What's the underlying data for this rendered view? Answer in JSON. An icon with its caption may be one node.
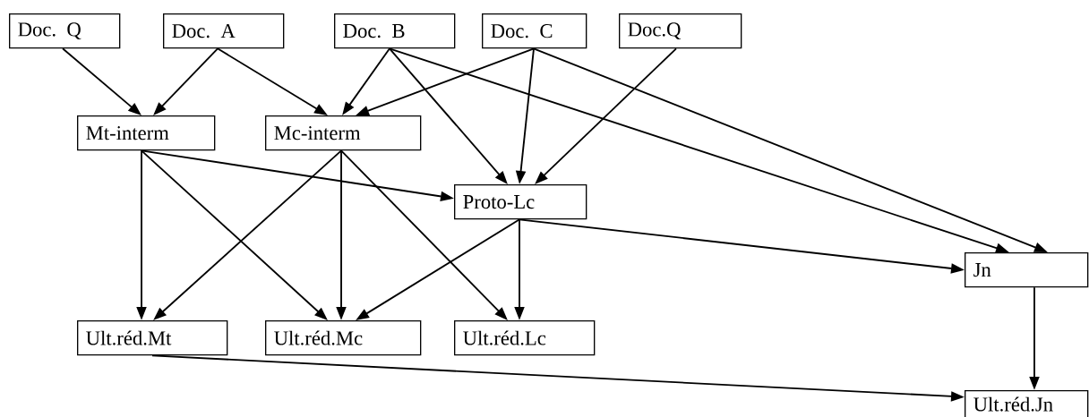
{
  "diagram": {
    "nodes": [
      {
        "text": [
          "Doc. Q"
        ]
      },
      {
        "text": [
          "Doc. A"
        ]
      },
      {
        "text": [
          "Doc. B"
        ]
      },
      {
        "text": [
          "Doc. C"
        ]
      },
      {
        "text": [
          "Doc.Q"
        ]
      },
      {
        "text": [
          "Mt-interm"
        ]
      },
      {
        "text": [
          "Mc-interm"
        ]
      },
      {
        "text": [
          "Proto-Lc"
        ]
      },
      {
        "text": [
          "Jn"
        ]
      },
      {
        "text": [
          "Ult.réd.Mt"
        ]
      },
      {
        "text": [
          "Ult.réd.Mc"
        ]
      },
      {
        "text": [
          "Ult.réd.Lc"
        ]
      },
      {
        "text": [
          "Ult.réd.Jn"
        ]
      }
    ],
    "edges": [
      {
        "from": 0,
        "to": 5,
        "arrow": "to"
      },
      {
        "from": 1,
        "to": 5,
        "arrow": "to"
      },
      {
        "from": 1,
        "to": 6,
        "arrow": "to"
      },
      {
        "from": 2,
        "to": 6,
        "arrow": "to"
      },
      {
        "from": 3,
        "to": 6,
        "arrow": "to"
      },
      {
        "from": 2,
        "to": 7,
        "arrow": "to"
      },
      {
        "from": 3,
        "to": 7,
        "arrow": "to"
      },
      {
        "from": 4,
        "to": 7,
        "arrow": "to"
      },
      {
        "from": 2,
        "to": 8,
        "arrow": "to"
      },
      {
        "from": 3,
        "to": 8,
        "arrow": "to"
      },
      {
        "from": 5,
        "to": 7,
        "arrow": "to"
      },
      {
        "from": 5,
        "to": 9,
        "arrow": "to"
      },
      {
        "from": 5,
        "to": 10,
        "arrow": "to"
      },
      {
        "from": 6,
        "to": 9,
        "arrow": "to"
      },
      {
        "from": 6,
        "to": 10,
        "arrow": "to"
      },
      {
        "from": 6,
        "to": 11,
        "arrow": "to"
      },
      {
        "from": 7,
        "to": 10,
        "arrow": "to"
      },
      {
        "from": 7,
        "to": 11,
        "arrow": "to"
      },
      {
        "from": 7,
        "to": 8,
        "arrow": "to"
      },
      {
        "from": 8,
        "to": 12,
        "arrow": "to"
      },
      {
        "from": 9,
        "to": 12,
        "arrow": "to"
      }
    ]
  }
}
